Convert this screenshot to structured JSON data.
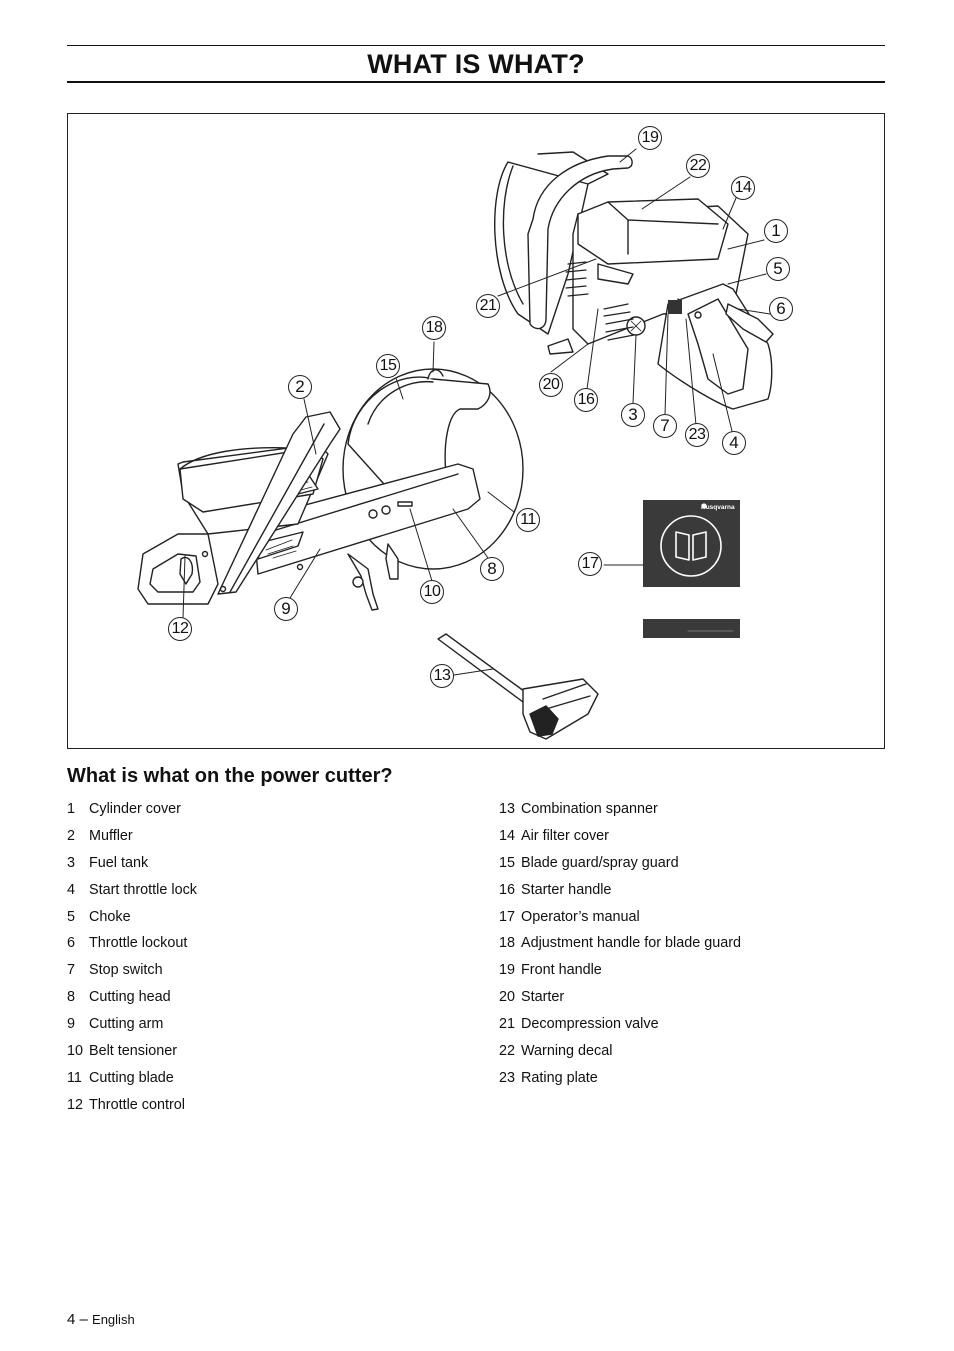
{
  "page_title": "WHAT IS WHAT?",
  "section_heading": "What is what on the power cutter?",
  "callout_labels": [
    "19",
    "22",
    "14",
    "1",
    "5",
    "6",
    "21",
    "18",
    "15",
    "2",
    "20",
    "16",
    "3",
    "7",
    "23",
    "4",
    "11",
    "8",
    "17",
    "10",
    "9",
    "12",
    "13"
  ],
  "manual_brand": "Husqvarna",
  "parts_left": [
    {
      "num": "1",
      "label": "Cylinder cover"
    },
    {
      "num": "2",
      "label": "Muffler"
    },
    {
      "num": "3",
      "label": "Fuel tank"
    },
    {
      "num": "4",
      "label": "Start throttle lock"
    },
    {
      "num": "5",
      "label": "Choke"
    },
    {
      "num": "6",
      "label": "Throttle lockout"
    },
    {
      "num": "7",
      "label": "Stop switch"
    },
    {
      "num": "8",
      "label": "Cutting head"
    },
    {
      "num": "9",
      "label": "Cutting arm"
    },
    {
      "num": "10",
      "label": "Belt tensioner"
    },
    {
      "num": "11",
      "label": "Cutting blade"
    },
    {
      "num": "12",
      "label": "Throttle control"
    }
  ],
  "parts_right": [
    {
      "num": "13",
      "label": "Combination spanner"
    },
    {
      "num": "14",
      "label": "Air filter cover"
    },
    {
      "num": "15",
      "label": "Blade guard/spray guard"
    },
    {
      "num": "16",
      "label": "Starter handle"
    },
    {
      "num": "17",
      "label": "Operator’s manual"
    },
    {
      "num": "18",
      "label": "Adjustment handle for blade guard"
    },
    {
      "num": "19",
      "label": "Front handle"
    },
    {
      "num": "20",
      "label": "Starter"
    },
    {
      "num": "21",
      "label": "Decompression valve"
    },
    {
      "num": "22",
      "label": "Warning decal"
    },
    {
      "num": "23",
      "label": "Rating plate"
    }
  ],
  "footer": {
    "page_number": "4 –",
    "language": "English"
  }
}
